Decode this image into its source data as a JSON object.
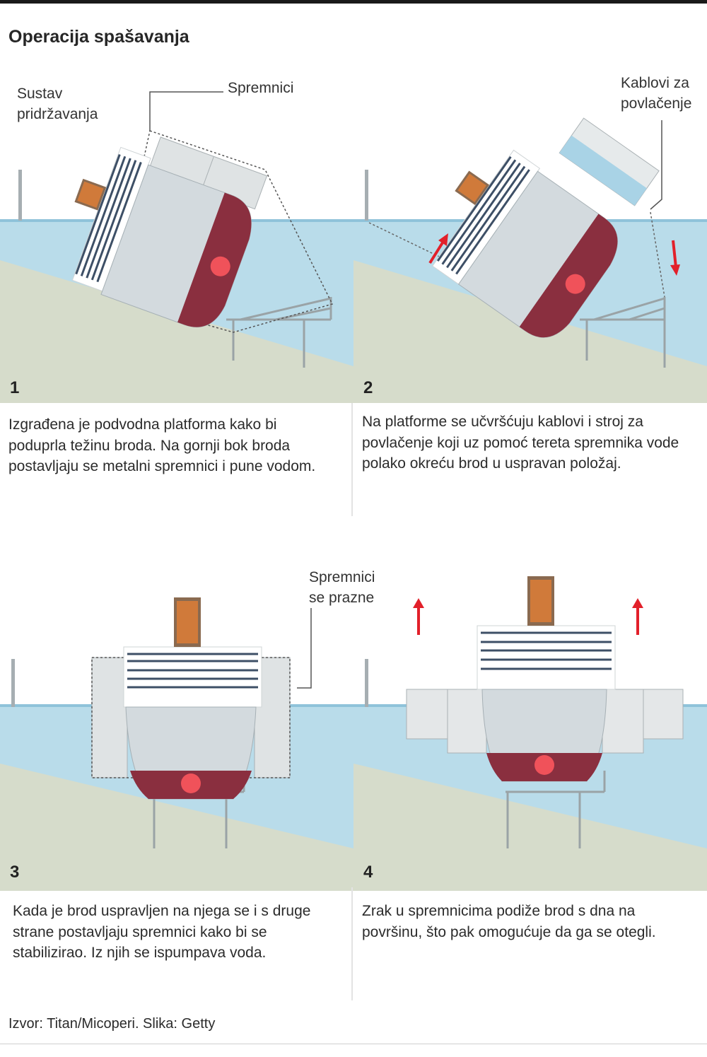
{
  "title": "Operacija spašavanja",
  "steps": [
    {
      "num": "1",
      "text": "Izgrađena je podvodna platforma kako bi poduprla težinu broda. Na gornji bok broda postavljaju se metalni spremnici i pune vodom."
    },
    {
      "num": "2",
      "text": "Na platforme se učvršćuju kablovi i stroj za povlačenje koji uz pomoć tereta spremnika vode polako okreću brod u uspravan položaj."
    },
    {
      "num": "3",
      "text": "Kada je brod uspravljen na njega se i s druge strane postavljaju spremnici kako bi se stabilizirao. Iz njih se ispumpava voda."
    },
    {
      "num": "4",
      "text": "Zrak u spremnicima podiže brod s dna na površinu, što pak omogućuje da ga se otegli."
    }
  ],
  "labels": {
    "sustav_line1": "Sustav",
    "sustav_line2": "pridržavanja",
    "spremnici": "Spremnici",
    "kablovi_line1": "Kablovi za",
    "kablovi_line2": "povlačenje",
    "prazne_line1": "Spremnici",
    "prazne_line2": "se prazne"
  },
  "source": "Izvor: Titan/Micoperi. Slika: Getty",
  "colors": {
    "water": "#b9dcea",
    "water_surface": "#8fc3da",
    "seabed": "#d6dccb",
    "hull": "#d3dade",
    "hull_bottom": "#8a2f3f",
    "propeller": "#f0525a",
    "tank": "#dfe3e4",
    "arrow": "#e2202a",
    "platform": "#9aa3a6"
  }
}
